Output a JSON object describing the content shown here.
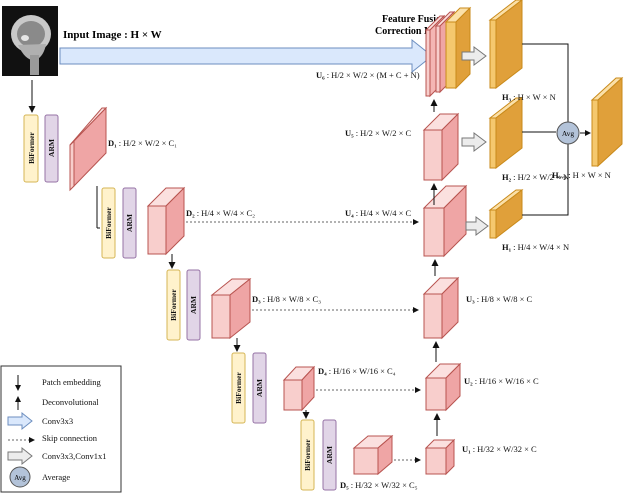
{
  "input": {
    "label": "Input Image : H × W"
  },
  "ffcm": {
    "title_line1": "Feature Fusion",
    "title_line2": "Correction Module"
  },
  "module_labels": {
    "biformer": "BiFormer",
    "arm": "ARM",
    "avg": "Avg"
  },
  "encoder": [
    {
      "name": "D₁",
      "dims": ": H/2 × W/2 × C₁"
    },
    {
      "name": "D₂",
      "dims": ": H/4 × W/4 × C₂"
    },
    {
      "name": "D₃",
      "dims": ": H/8 × W/8 × C₃"
    },
    {
      "name": "D₄",
      "dims": ": H/16 × W/16 × C₄"
    },
    {
      "name": "D₅",
      "dims": ": H/32 × W/32 × C₅"
    }
  ],
  "decoder": [
    {
      "name": "U₆",
      "dims": ": H/2 × W/2 × (M + C + N)"
    },
    {
      "name": "U₅",
      "dims": ": H/2 × W/2 × C"
    },
    {
      "name": "U₄",
      "dims": ": H/4 × W/4 × C"
    },
    {
      "name": "U₃",
      "dims": ": H/8 × W/8 × C"
    },
    {
      "name": "U₂",
      "dims": ": H/16 × W/16 × C"
    },
    {
      "name": "U₁",
      "dims": ": H/32 × W/32 × C"
    }
  ],
  "heads": [
    {
      "name": "H₃",
      "dims": ": H × W × N"
    },
    {
      "name": "H₂",
      "dims": ": H/2 × W/2 × N"
    },
    {
      "name": "H₁",
      "dims": ": H/4 × W/4 × N"
    },
    {
      "name": "Hₐᵥ₉",
      "dims": ": H × W × N"
    }
  ],
  "legend": {
    "patch_embedding": "Patch embedding",
    "deconvolutional": "Deconvolutional",
    "conv3x3": "Conv3x3",
    "skip": "Skip connection",
    "conv_pair": "Conv3x3,Conv1x1",
    "average": "Average"
  },
  "colors": {
    "block_front": "#f8cecc",
    "block_side": "#efa5a5",
    "block_stroke": "#b85450",
    "head_front": "#f5c86e",
    "head_side": "#e0a03a",
    "head_stroke": "#c98a1a",
    "biformer_fill": "#fff2cc",
    "biformer_stroke": "#d6b656",
    "arm_fill": "#e1d5e7",
    "arm_stroke": "#9673a6",
    "arrow_fill": "#dae8fc",
    "arrow_stroke": "#6c8ebf",
    "avg_fill": "#b3c3d9"
  }
}
